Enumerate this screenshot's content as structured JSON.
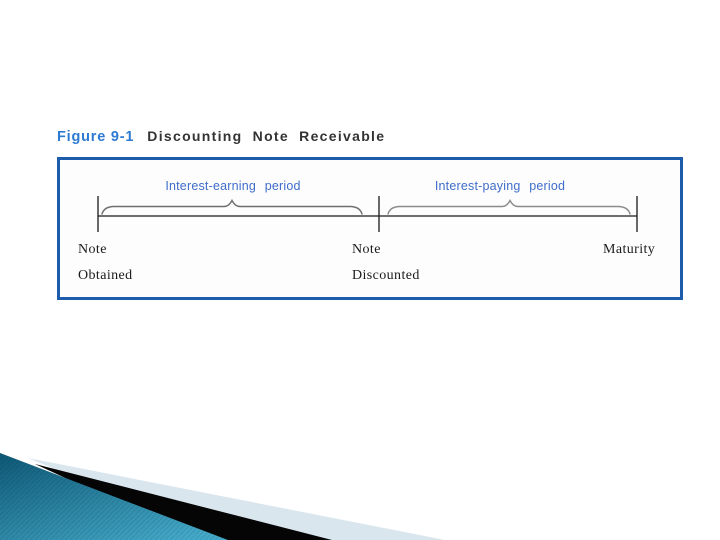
{
  "slide": {
    "figure_label": "Figure 9-1",
    "figure_title": "Discounting Note Receivable"
  },
  "figure": {
    "left_period_label": "Interest-earning period",
    "right_period_label": "Interest-paying period",
    "points": [
      {
        "line1": "Note",
        "line2": "Obtained"
      },
      {
        "line1": "Note",
        "line2": "Discounted"
      },
      {
        "line1": "Maturity"
      }
    ]
  },
  "colors": {
    "figure_label_blue": "#2e7ad2",
    "period_label_blue": "#3f6dc9",
    "box_border": "#1d5cab",
    "brace_gray": "#6e6e6e",
    "timeline_black": "#1a1a1a",
    "footer_teal_dark": "#0d5876",
    "footer_teal_light": "#44a9c8",
    "footer_black": "#050505",
    "footer_pale": "#d9e6ee"
  }
}
